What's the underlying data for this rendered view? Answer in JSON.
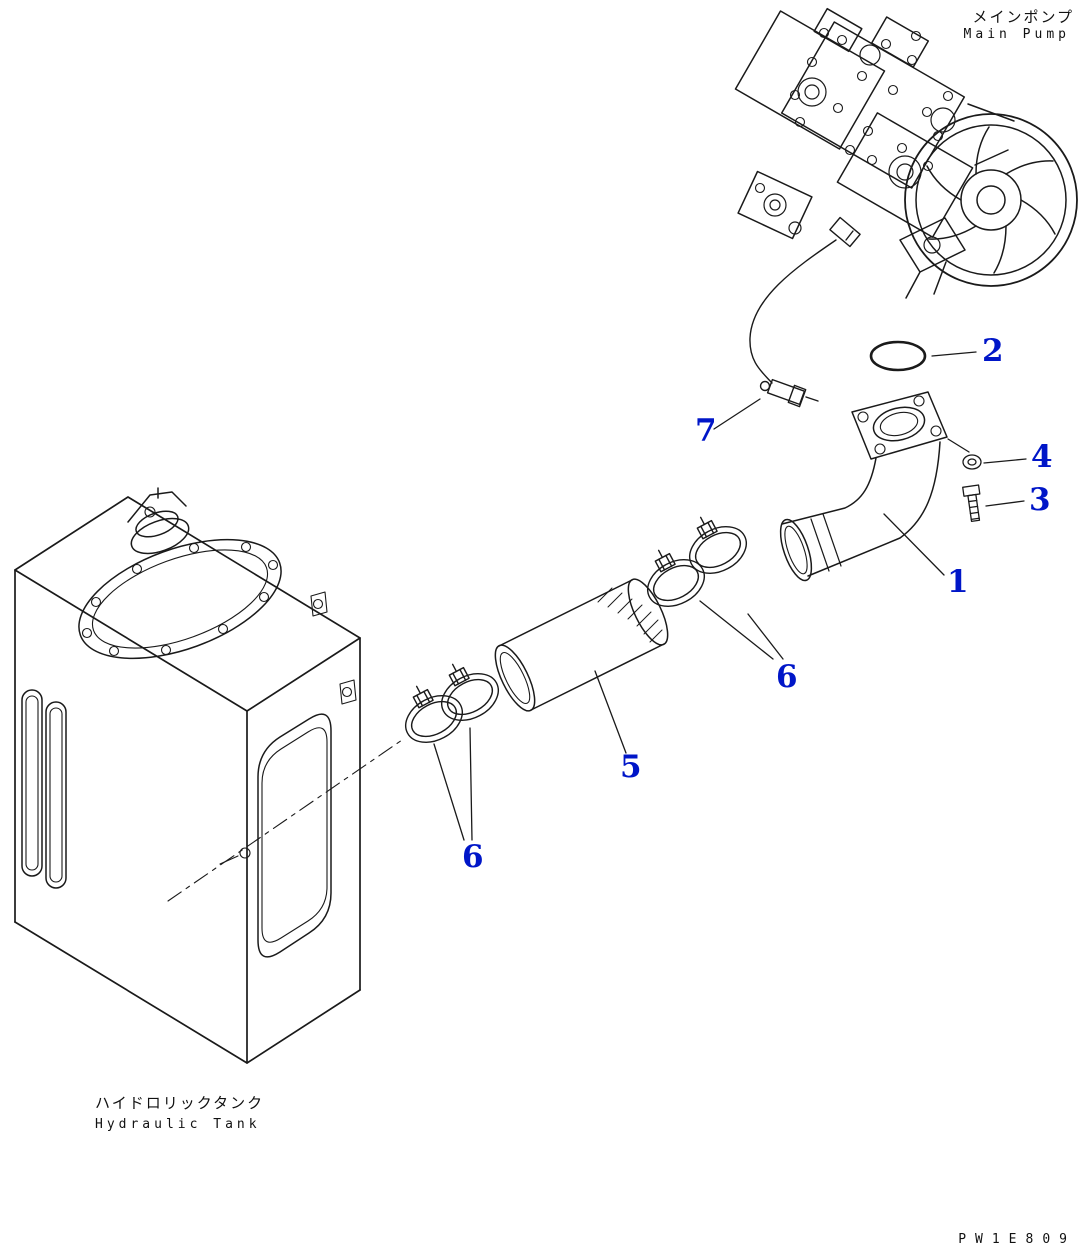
{
  "colors": {
    "background": "#ffffff",
    "line": "#1a1a1a",
    "callout": "#0016c8"
  },
  "pump_label": {
    "jp": "メインポンプ",
    "en": "Main Pump"
  },
  "tank_label": {
    "jp": "ハイドロリックタンク",
    "en": "Hydraulic Tank"
  },
  "drawing_code": "PW1E809",
  "callouts": [
    {
      "n": "2"
    },
    {
      "n": "7"
    },
    {
      "n": "4"
    },
    {
      "n": "3"
    },
    {
      "n": "1"
    },
    {
      "n": "6"
    },
    {
      "n": "5"
    },
    {
      "n": "6"
    }
  ]
}
